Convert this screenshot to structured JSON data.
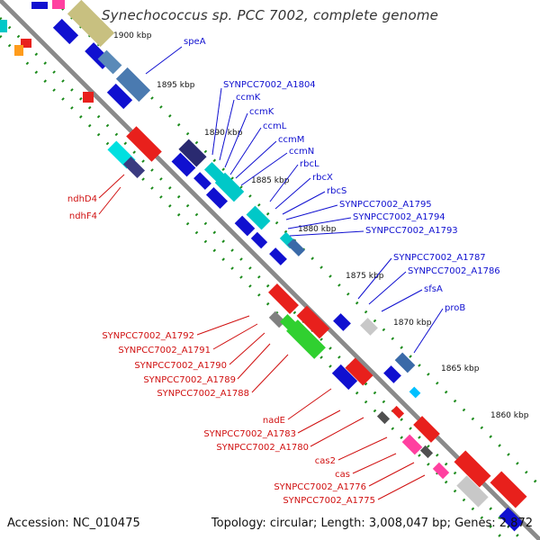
{
  "title": "Synechococcus sp. PCC 7002, complete genome",
  "footer": {
    "accession": "Accession: NC_010475",
    "summary": "Topology: circular; Length: 3,008,047 bp; Genes: 2,872"
  },
  "colors": {
    "axis": "#8a8a8a",
    "forward_label": "#1010d0",
    "reverse_label": "#d01010",
    "tick_dot": "#1a8a1a"
  },
  "kbp_ticks": [
    {
      "label": "1900 kbp"
    },
    {
      "label": "1895 kbp"
    },
    {
      "label": "1890 kbp"
    },
    {
      "label": "1885 kbp"
    },
    {
      "label": "1880 kbp"
    },
    {
      "label": "1875 kbp"
    },
    {
      "label": "1870 kbp"
    },
    {
      "label": "1865 kbp"
    },
    {
      "label": "1860 kbp"
    }
  ],
  "forward_genes": [
    {
      "label": "speA"
    },
    {
      "label": "SYNPCC7002_A1804"
    },
    {
      "label": "ccmK"
    },
    {
      "label": "ccmK"
    },
    {
      "label": "ccmL"
    },
    {
      "label": "ccmM"
    },
    {
      "label": "ccmN"
    },
    {
      "label": "rbcL"
    },
    {
      "label": "rbcX"
    },
    {
      "label": "rbcS"
    },
    {
      "label": "SYNPCC7002_A1795"
    },
    {
      "label": "SYNPCC7002_A1794"
    },
    {
      "label": "SYNPCC7002_A1793"
    },
    {
      "label": "SYNPCC7002_A1787"
    },
    {
      "label": "SYNPCC7002_A1786"
    },
    {
      "label": "sfsA"
    },
    {
      "label": "proB"
    }
  ],
  "reverse_genes": [
    {
      "label": "ndhD4"
    },
    {
      "label": "ndhF4"
    },
    {
      "label": "SYNPCC7002_A1792"
    },
    {
      "label": "SYNPCC7002_A1791"
    },
    {
      "label": "SYNPCC7002_A1790"
    },
    {
      "label": "SYNPCC7002_A1789"
    },
    {
      "label": "SYNPCC7002_A1788"
    },
    {
      "label": "nadE"
    },
    {
      "label": "SYNPCC7002_A1783"
    },
    {
      "label": "SYNPCC7002_A1780"
    },
    {
      "label": "cas2"
    },
    {
      "label": "cas"
    },
    {
      "label": "SYNPCC7002_A1776"
    },
    {
      "label": "SYNPCC7002_A1775"
    }
  ]
}
